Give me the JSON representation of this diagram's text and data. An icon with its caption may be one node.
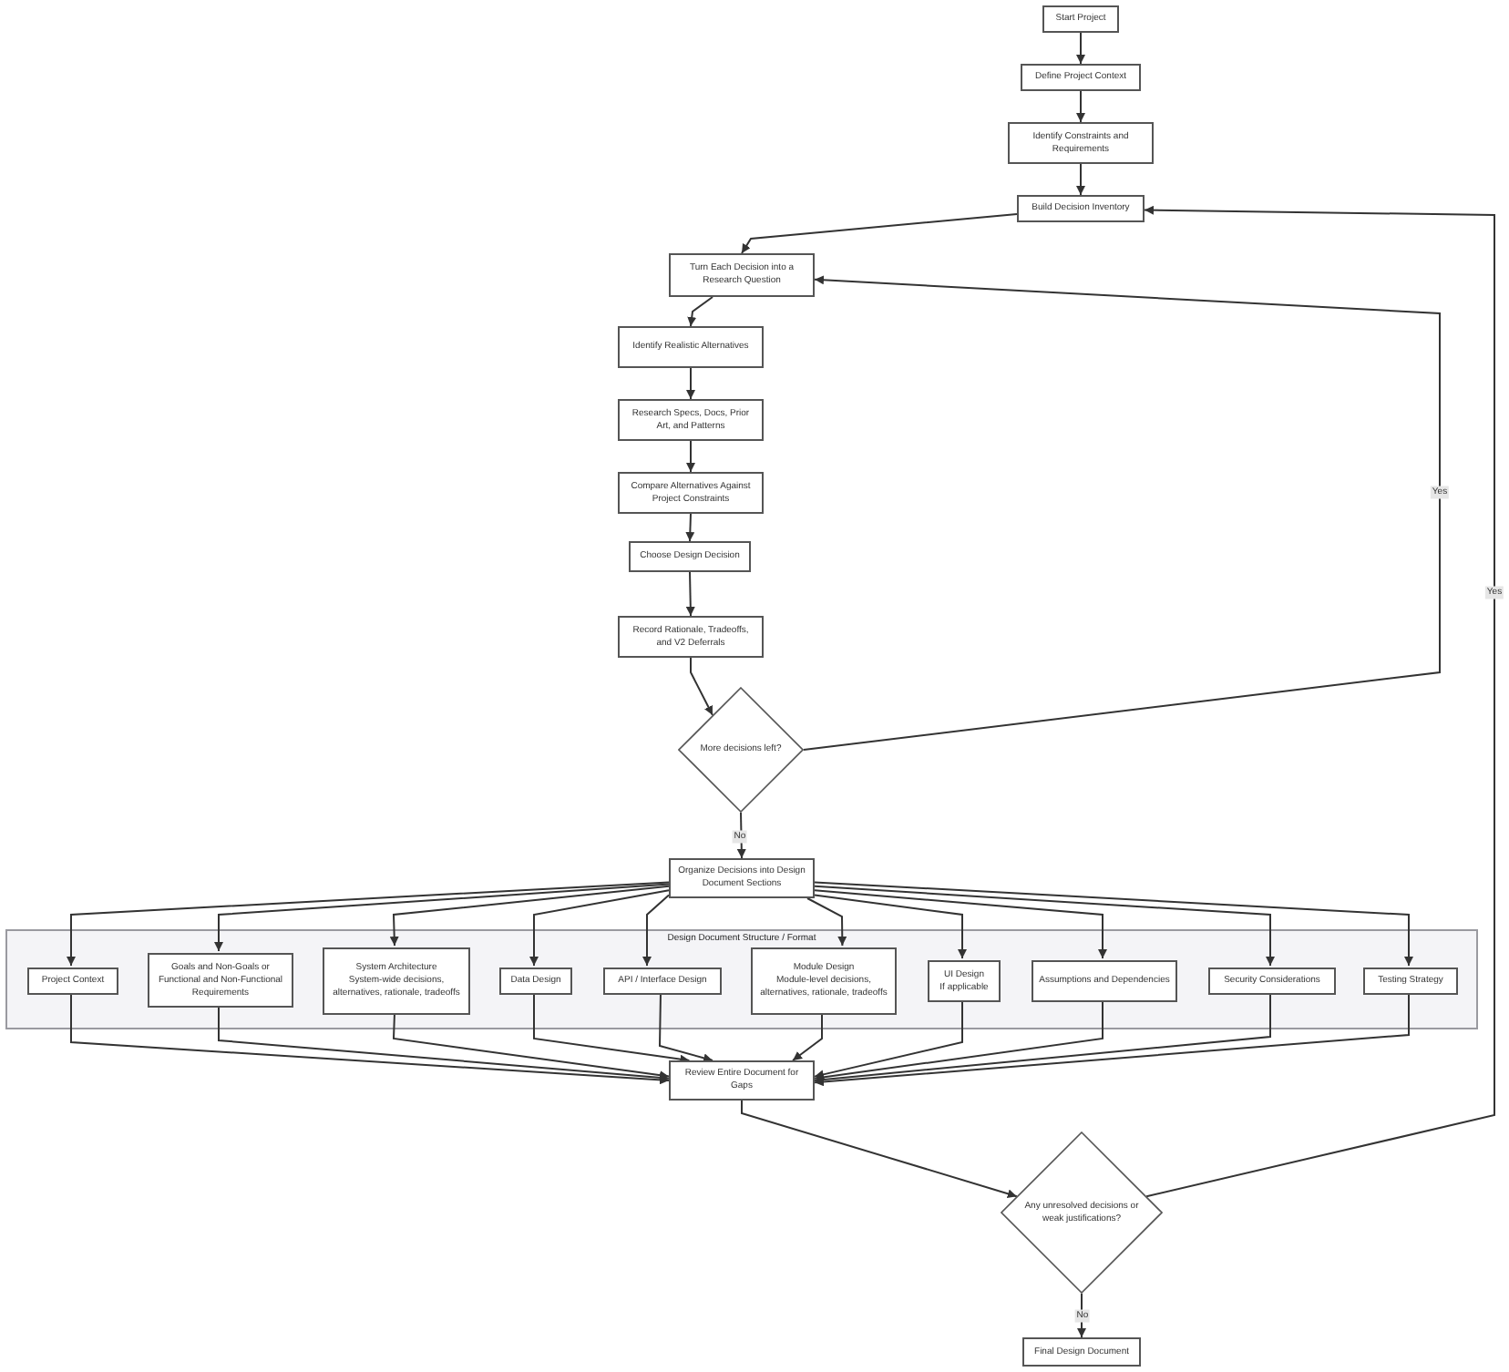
{
  "diagram": {
    "nodes": [
      {
        "text": [
          "Start Project"
        ]
      },
      {
        "text": [
          "Define Project Context"
        ]
      },
      {
        "text": [
          "Identify Constraints and Requirements"
        ]
      },
      {
        "text": [
          "Build Decision Inventory"
        ]
      },
      {
        "text": [
          "Turn Each Decision into a Research Question"
        ]
      },
      {
        "text": [
          "Identify Realistic Alternatives"
        ]
      },
      {
        "text": [
          "Research Specs, Docs, Prior Art, and Patterns"
        ]
      },
      {
        "text": [
          "Compare Alternatives Against Project Constraints"
        ]
      },
      {
        "text": [
          "Choose Design Decision"
        ]
      },
      {
        "text": [
          "Record Rationale, Tradeoffs, and V2 Deferrals"
        ]
      },
      {
        "text": [
          "More decisions left?"
        ]
      },
      {
        "text": [
          "Organize Decisions into Design Document Sections"
        ]
      },
      {
        "text": [
          "Design Document Structure / Format"
        ]
      },
      {
        "text": [
          "Project Context"
        ],
        "in": 12
      },
      {
        "text": [
          "Goals and Non-Goals or Functional and Non-Functional Requirements"
        ],
        "in": 12
      },
      {
        "text": [
          "System Architecture",
          "System-wide decisions, alternatives, rationale, tradeoffs"
        ],
        "in": 12
      },
      {
        "text": [
          "Data Design"
        ],
        "in": 12
      },
      {
        "text": [
          "API / Interface Design"
        ],
        "in": 12
      },
      {
        "text": [
          "Module Design",
          "Module-level decisions, alternatives, rationale, tradeoffs"
        ],
        "in": 12
      },
      {
        "text": [
          "UI Design",
          "If applicable"
        ],
        "in": 12
      },
      {
        "text": [
          "Assumptions and Dependencies"
        ],
        "in": 12
      },
      {
        "text": [
          "Security Considerations"
        ],
        "in": 12
      },
      {
        "text": [
          "Testing Strategy"
        ],
        "in": 12
      },
      {
        "text": [
          "Review Entire Document for Gaps"
        ]
      },
      {
        "text": [
          "Any unresolved decisions or weak justifications?"
        ]
      },
      {
        "text": [
          "Final Design Document"
        ]
      }
    ],
    "edges": [
      {
        "from": 0,
        "to": 1,
        "arrow": "to"
      },
      {
        "from": 1,
        "to": 2,
        "arrow": "to"
      },
      {
        "from": 2,
        "to": 3,
        "arrow": "to"
      },
      {
        "from": 3,
        "to": 4,
        "arrow": "to"
      },
      {
        "from": 4,
        "to": 5,
        "arrow": "to"
      },
      {
        "from": 5,
        "to": 6,
        "arrow": "to"
      },
      {
        "from": 6,
        "to": 7,
        "arrow": "to"
      },
      {
        "from": 7,
        "to": 8,
        "arrow": "to"
      },
      {
        "from": 8,
        "to": 9,
        "arrow": "to"
      },
      {
        "from": 9,
        "to": 10,
        "arrow": "to"
      },
      {
        "from": 10,
        "to": 4,
        "label": "Yes",
        "arrow": "to"
      },
      {
        "from": 10,
        "to": 11,
        "label": "No",
        "arrow": "to"
      },
      {
        "from": 11,
        "to": 13,
        "arrow": "to"
      },
      {
        "from": 11,
        "to": 14,
        "arrow": "to"
      },
      {
        "from": 11,
        "to": 15,
        "arrow": "to"
      },
      {
        "from": 11,
        "to": 16,
        "arrow": "to"
      },
      {
        "from": 11,
        "to": 17,
        "arrow": "to"
      },
      {
        "from": 11,
        "to": 18,
        "arrow": "to"
      },
      {
        "from": 11,
        "to": 19,
        "arrow": "to"
      },
      {
        "from": 11,
        "to": 20,
        "arrow": "to"
      },
      {
        "from": 11,
        "to": 21,
        "arrow": "to"
      },
      {
        "from": 11,
        "to": 22,
        "arrow": "to"
      },
      {
        "from": 13,
        "to": 23,
        "arrow": "to"
      },
      {
        "from": 14,
        "to": 23,
        "arrow": "to"
      },
      {
        "from": 15,
        "to": 23,
        "arrow": "to"
      },
      {
        "from": 16,
        "to": 23,
        "arrow": "to"
      },
      {
        "from": 17,
        "to": 23,
        "arrow": "to"
      },
      {
        "from": 18,
        "to": 23,
        "arrow": "to"
      },
      {
        "from": 19,
        "to": 23,
        "arrow": "to"
      },
      {
        "from": 20,
        "to": 23,
        "arrow": "to"
      },
      {
        "from": 21,
        "to": 23,
        "arrow": "to"
      },
      {
        "from": 22,
        "to": 23,
        "arrow": "to"
      },
      {
        "from": 23,
        "to": 24,
        "arrow": "to"
      },
      {
        "from": 24,
        "to": 3,
        "label": "Yes",
        "arrow": "to"
      },
      {
        "from": 24,
        "to": 25,
        "label": "No",
        "arrow": "to"
      }
    ]
  }
}
